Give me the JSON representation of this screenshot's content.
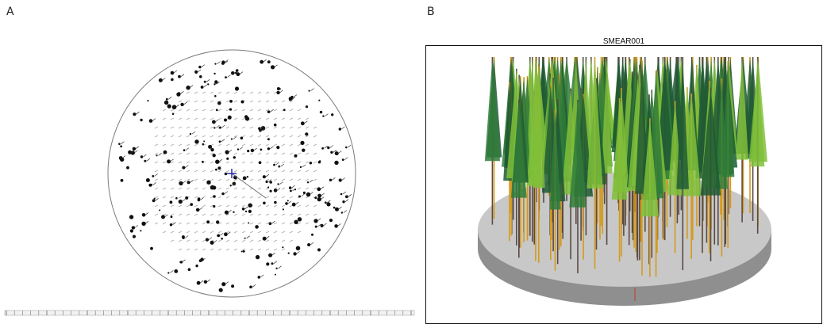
{
  "panels": {
    "a": {
      "letter": "A"
    },
    "b": {
      "letter": "B",
      "title": "SMEAR001"
    }
  },
  "colors": {
    "tree_dark": "#1f5a34",
    "tree_mid": "#2f7d3a",
    "tree_light": "#7fbf3a",
    "trunk_gray": "#5a4a44",
    "trunk_gold": "#d49a1e",
    "ground": "#c6c6c6",
    "ground_edge": "#8c8c8c",
    "map_mark": "#111111",
    "map_grid": "#a8a8a8",
    "center_marker": "#2a2aa8"
  }
}
